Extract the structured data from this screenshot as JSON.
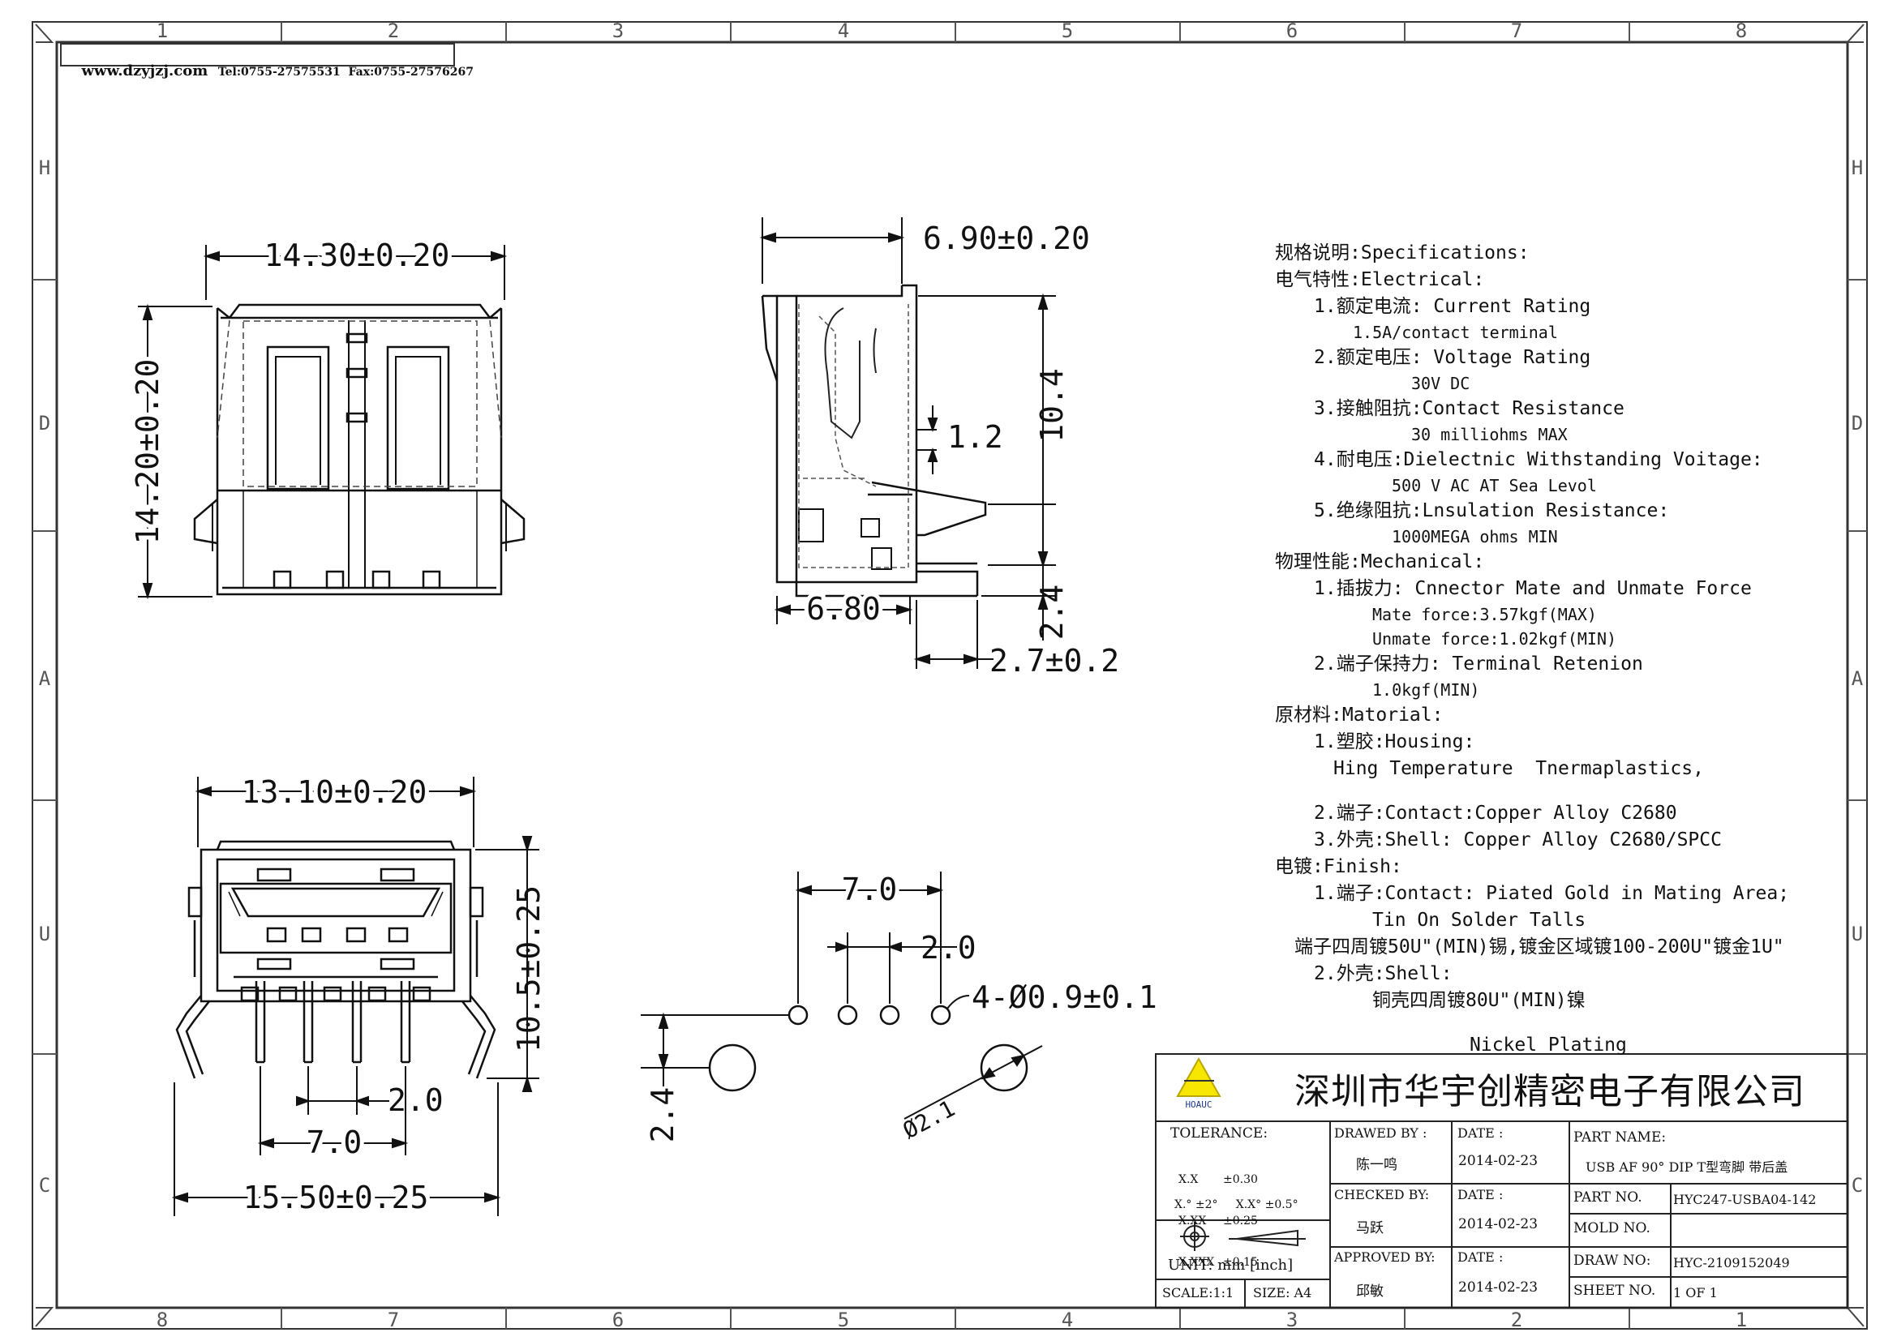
{
  "frame": {
    "col_labels_top": [
      "1",
      "2",
      "3",
      "4",
      "5",
      "6",
      "7",
      "8"
    ],
    "col_labels_bottom": [
      "8",
      "7",
      "6",
      "5",
      "4",
      "3",
      "2",
      "1"
    ],
    "row_labels": [
      "H",
      "D",
      "A",
      "U",
      "C"
    ]
  },
  "header": {
    "website": "www.dzyjzj.com",
    "tel_fax": "Tel:0755-27575531  Fax:0755-27576267"
  },
  "dims": {
    "front_width": "14.30±0.20",
    "front_height": "14.20±0.20",
    "side_width": "6.90±0.20",
    "side_height": "10.4",
    "side_gap": "1.2",
    "side_base": "6.80",
    "side_pin": "2.4",
    "side_pin_width": "2.7±0.2",
    "bottom_top_width": "13.10±0.20",
    "bottom_height": "10.5±0.25",
    "bottom_pitch": "2.0",
    "bottom_span": "7.0",
    "bottom_width": "15.50±0.25",
    "pcb_span": "7.0",
    "pcb_pitch": "2.0",
    "pcb_holes": "4-Ø0.9±0.1",
    "pcb_offset": "2.4",
    "pcb_big_hole": "Ø2.1"
  },
  "specs": [
    {
      "text": "规格说明:Specifications:",
      "indent": 0,
      "small": false
    },
    {
      "text": "电气特性:Electrical:",
      "indent": 0,
      "small": false
    },
    {
      "text": "1.额定电流: Current Rating",
      "indent": 2,
      "small": false
    },
    {
      "text": "1.5A/contact terminal",
      "indent": 4,
      "small": true
    },
    {
      "text": "2.额定电压: Voltage Rating",
      "indent": 2,
      "small": false
    },
    {
      "text": "30V DC",
      "indent": 7,
      "small": true
    },
    {
      "text": "3.接触阻抗:Contact Resistance",
      "indent": 2,
      "small": false
    },
    {
      "text": "30 milliohms MAX",
      "indent": 7,
      "small": true
    },
    {
      "text": "4.耐电压:Dielectnic Withstanding Voitage:",
      "indent": 2,
      "small": false
    },
    {
      "text": "500 V AC AT Sea Levol",
      "indent": 6,
      "small": true
    },
    {
      "text": "5.绝缘阻抗:Lnsulation Resistance:",
      "indent": 2,
      "small": false
    },
    {
      "text": "1000MEGA ohms MIN",
      "indent": 6,
      "small": true
    },
    {
      "text": "物理性能:Mechanical:",
      "indent": 0,
      "small": false
    },
    {
      "text": "1.插拔力: Cnnector Mate and Unmate Force",
      "indent": 2,
      "small": false
    },
    {
      "text": "Mate force:3.57kgf(MAX)",
      "indent": 5,
      "small": true
    },
    {
      "text": "Unmate force:1.02kgf(MIN)",
      "indent": 5,
      "small": true
    },
    {
      "text": "2.端子保持力: Terminal Retenion",
      "indent": 2,
      "small": false
    },
    {
      "text": "1.0kgf(MIN)",
      "indent": 5,
      "small": true
    },
    {
      "text": "原材料:Matorial:",
      "indent": 0,
      "small": false
    },
    {
      "text": "1.塑胶:Housing:",
      "indent": 2,
      "small": false
    },
    {
      "text": "Hing Temperature  Tnermaplastics,",
      "indent": 3,
      "small": false
    },
    {
      "text": "",
      "indent": 0,
      "small": false
    },
    {
      "text": "2.端子:Contact:Copper Alloy C2680",
      "indent": 2,
      "small": false
    },
    {
      "text": "3.外壳:Shell: Copper Alloy C2680/SPCC",
      "indent": 2,
      "small": false
    },
    {
      "text": "电镀:Finish:",
      "indent": 0,
      "small": false
    },
    {
      "text": "1.端子:Contact: Piated Gold in Mating Area;",
      "indent": 2,
      "small": false
    },
    {
      "text": "Tin On Solder Talls",
      "indent": 5,
      "small": false
    },
    {
      "text": "端子四周镀50U\"(MIN)锡,镀金区域镀100-200U\"镀金1U\"",
      "indent": 1,
      "small": false
    },
    {
      "text": "2.外壳:Shell:",
      "indent": 2,
      "small": false
    },
    {
      "text": "铜壳四周镀80U\"(MIN)镍",
      "indent": 5,
      "small": false
    },
    {
      "text": "",
      "indent": 0,
      "small": false
    },
    {
      "text": "Nickel Plating",
      "indent": 10,
      "small": false
    }
  ],
  "title_block": {
    "company": "深圳市华宇创精密电子有限公司",
    "logo_text": "HOAUC",
    "tolerance_label": "TOLERANCE:",
    "tol_rows": [
      [
        "X.X",
        "±0.30"
      ],
      [
        "X.XX",
        "±0.25"
      ],
      [
        "X.XXX",
        "±0.15"
      ]
    ],
    "angle_tol": "X.° ±2°     X.X° ±0.5°",
    "unit": "UNIT: mm [inch]",
    "scale": "SCALE:1:1",
    "size": "SIZE: A4",
    "drawn_by_label": "DRAWED BY :",
    "drawn_by": "陈一鸣",
    "checked_by_label": "CHECKED BY:",
    "checked_by": "马跃",
    "approved_by_label": "APPROVED BY:",
    "approved_by": "邱敏",
    "date_label": "DATE :",
    "date1": "2014-02-23",
    "date2": "2014-02-23",
    "date3": "2014-02-23",
    "part_name_label": "PART NAME:",
    "part_name": "USB AF 90° DIP T型弯脚 带后盖",
    "part_no_label": "PART NO.",
    "part_no": "HYC247-USBA04-142",
    "mold_no_label": "MOLD NO.",
    "mold_no": "",
    "draw_no_label": "DRAW NO:",
    "draw_no": "HYC-2109152049",
    "sheet_no_label": "SHEET NO.",
    "sheet_no": "1 OF 1"
  }
}
